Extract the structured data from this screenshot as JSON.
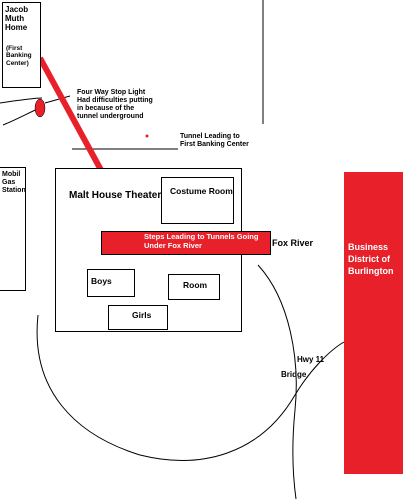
{
  "labels": {
    "jacob_muth_home": "Jacob\nMuth\nHome",
    "first_banking_center_paren": "(First\nBanking\nCenter)",
    "stop_light_note": "Four Way Stop Light\nHad difficulties putting\nin because of the\ntunnel underground",
    "tunnel_note": "Tunnel Leading to\nFirst Banking Center",
    "mobil_gas_station": "Mobil\nGas\nStation",
    "malt_house_theater": "Malt House Theater",
    "costume_room": "Costume Room",
    "steps_note": "Steps Leading to Tunnels Going\nUnder Fox River",
    "fox_river": "Fox River",
    "boys": "Boys",
    "room": "Room",
    "girls": "Girls",
    "business_district": "Business\nDistrict of\nBurlington",
    "hwy_11": "Hwy 11",
    "bridge": "Bridge"
  },
  "colors": {
    "tunnel_red": "#e8202a",
    "stroke": "#000000",
    "label_white": "#ffffff"
  }
}
